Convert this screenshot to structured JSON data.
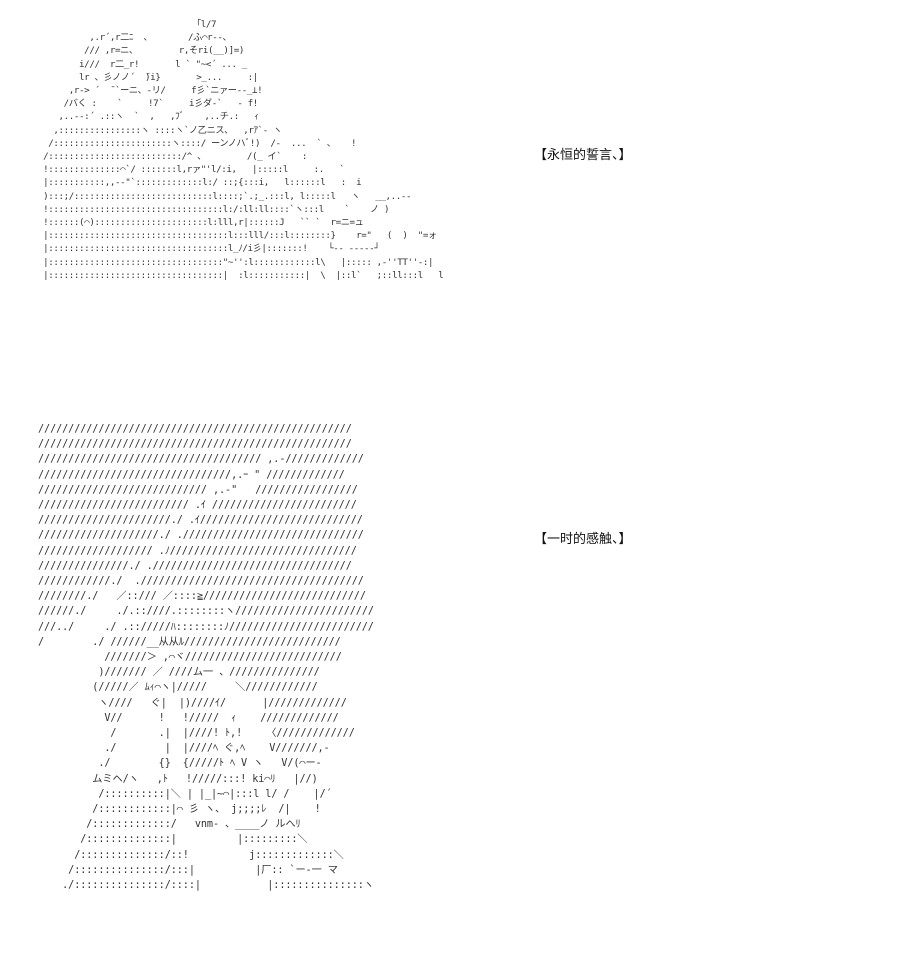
{
  "panels": [
    {
      "caption": "【永恒的誓言、】",
      "art": "                              「l/7\n          ,.r´,r二ﾆ  、       /ふ⌒r--、\n         /// ,r=ニ、        r,そri(__)]=)\n        i///  r二_r!       l ` \"~<´ ... _ \n        lr 、彡ノノ´  ̄)i}       >_...     :|\n      ,r-> ´  ̄ `ーニ、-リ/     f彡`ニァー--_⊥!\n     /バく :    `     !7`     i彡ダ-`   - f!\n    ,..-‐:´ .::ヽ  `  ,   ,ﾌﾞ    ,..チ.:   ｨ\n   ,::::::::::::::::ヽ ::::ヽ`ノ乙ニス、  ,rｱ`- ヽ\n  /:::::::::::::::::::::::ヽ::::/ ーンノハﾞ!)  /-  ...  ` 、   !  \n /::::::::::::::::::::::::::/^ 、        /(_ イ`    :   \n !::::::::::::::⌒`/ :::::::l,rァ\"'l/:i,   |:::::l     :.   ` \n |:::::::::::,,--\"`:::::::::::::l:/ ::;{:::i,   l::::::l   :  i\n ):::;/:::::::::::::::::::::::::::l::::;`.;_.:::l, l:::::l   ヽ   __,..-‐ \n !::::::::::::::::::::::::::::::::::l:/:ll:ll::::`ヽ:::l    `    ノ ) \n !::::::(⌒)::::::::::::::::::::::l:lll,r|::::::J   `` `  r=ニ=ュ\n |:::::::::::::::::::::::::::::::::::l:::lll/:::l::::::::}    r=\"   (  )  \"=ォ\n |:::::::::::::::::::::::::::::::::::l_ﾉ/i彡|:::::::!    └-- -----┘ \n |::::::::::::::::::::::::::::::::::\"~'':l::::::::::::l\\   |::::: ,-''TT''-:|\n |::::::::::::::::::::::::::::::::::|  :l:::::::::::|  \\  |::l`   ;::ll:::l   l"
    },
    {
      "caption": "【一时的感触、】",
      "art": "////////////////////////////////////////////////////\n////////////////////////////////////////////////////\n///////////////////////////////////// ,.-/////////////\n////////////////////////////////,.ｰ \" /////////////\n//////////////////////////// ,.-\"   /////////////////\n///////////////////////// .ｲ ////////////////////////\n//////////////////////./ .ｲ///////////////////////////\n////////////////////./ .//////////////////////////////\n/////////////////// .ﾉ///////////////////////////////\n///////////////./ ./////////////////////////////////\n////////////./  ./////////////////////////////////////\n////////./   ／::/// ／::::≧///////////////////////////\n//////./     ./.::////.::::::::ヽ///////////////////////\n///../     ./ .:://///ﾊ::::::::ﾉ////////////////////////\n/        ./ //////__从从ﾙ//////////////////////////\n           ///////＞ ,⌒ヾ//////////////////////////\n          )/////// ／ ////ム一 、///////////////\n         (/////／ ﾑｨ⌒ヽ|///// 　  ＼////////////\n          ヽ////   ぐ|  |)////ｲ/      |/////////////\n           V//      !   !/////  ｨ    /////////////\n            /       .|  |////! ﾄ,!    〈/////////////\n           ./        |  |////ﾍ ぐ,ﾍ    V///////,-\n          ./        {}  {/////ﾄ ﾍ V ヽ   V/(⌒ー-\n         ムミヘ/ヽ   ,ﾄ   !/////:::! ki⌒ﾘ   |//)\n          /::::::::::|＼ | |_|~⌒|:::l l/ /    |/´\n         /::::::::::::|⌒ 彡 ヽ、 j;;;;ﾚ  /|    !\n        /:::::::::::::/   vnm- 、____ノ ルへﾘ\n       /::::::::::::::|          |:::::::::＼\n      /::::::::::::::/::!          j:::::::::::::＼\n     /:::::::::::::::/:::|          |厂:: `ー-一 マ\n    ./:::::::::::::::/::::|           |:::::::::::::::ヽ"
    }
  ]
}
